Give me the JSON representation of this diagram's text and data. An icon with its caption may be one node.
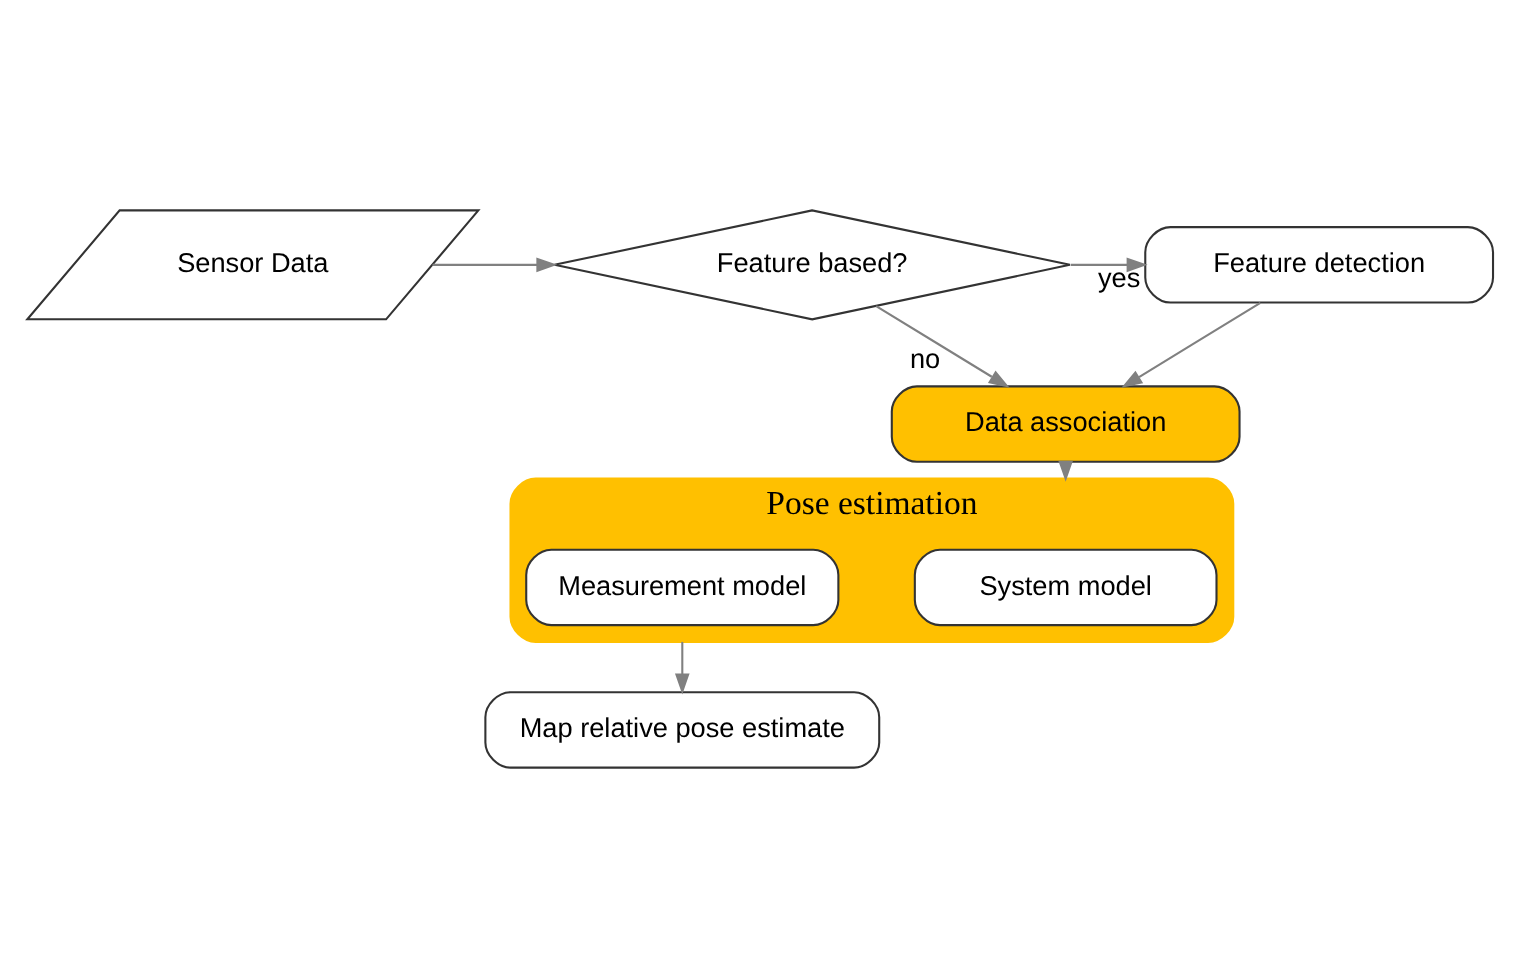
{
  "diagram": {
    "nodes": [
      {
        "text": [
          "Sensor Data"
        ]
      },
      {
        "text": [
          "Feature based?"
        ]
      },
      {
        "text": [
          "Feature detection"
        ]
      },
      {
        "text": [
          "Data association"
        ]
      },
      {
        "text": [
          "Pose estimation"
        ]
      },
      {
        "text": [
          "System model"
        ],
        "in": 4
      },
      {
        "text": [
          "Measurement model"
        ],
        "in": 4
      },
      {
        "text": [
          "Map relative pose estimate"
        ]
      }
    ],
    "edges": [
      {
        "from": 0,
        "to": 1,
        "arrow": "to"
      },
      {
        "from": 1,
        "to": 2,
        "arrow": "to",
        "label": "yes"
      },
      {
        "from": 1,
        "to": 3,
        "arrow": "to",
        "label": "no"
      },
      {
        "from": 2,
        "to": 3,
        "arrow": "to"
      },
      {
        "from": 3,
        "to": 4,
        "arrow": "to"
      },
      {
        "from": 4,
        "to": 7,
        "arrow": "to"
      }
    ]
  }
}
